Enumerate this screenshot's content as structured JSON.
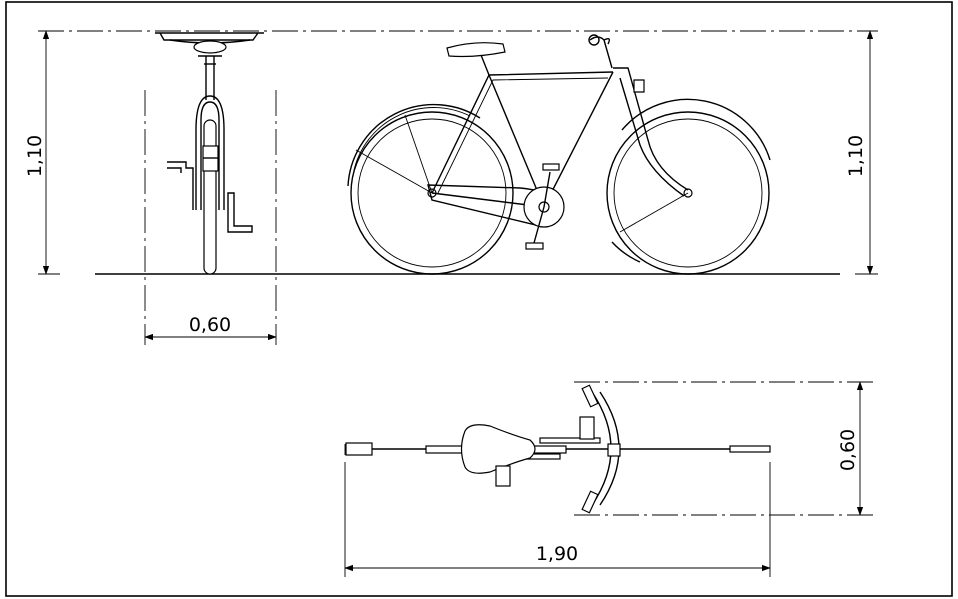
{
  "dimensions": {
    "front_height": "1,10",
    "front_width": "0,60",
    "side_height": "1,10",
    "top_length": "1,90",
    "top_width": "0,60"
  },
  "colors": {
    "line": "#000000",
    "background": "#ffffff"
  }
}
